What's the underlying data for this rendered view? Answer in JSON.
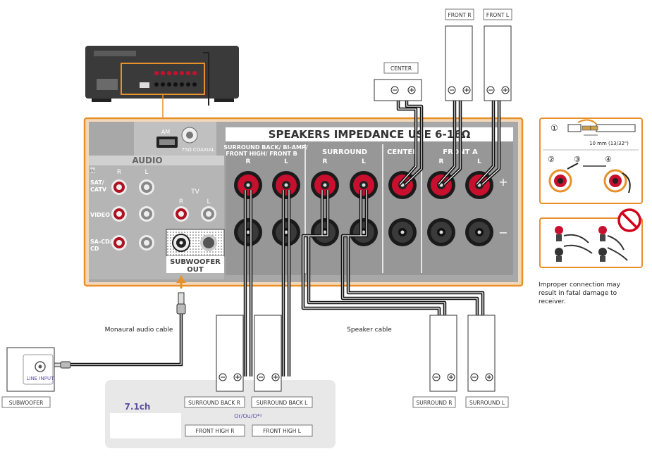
{
  "receiver": {
    "panel_title": "SPEAKERS   IMPEDANCE USE 6-16Ω",
    "audio_title": "AUDIO",
    "am_label": "AM",
    "coaxial_label": "75Ω COAXIAL",
    "in_label": "IN",
    "col_r": "R",
    "col_l": "L",
    "input_rows": [
      "SAT/",
      "CATV",
      "VIDEO",
      "SA-CD/",
      "CD"
    ],
    "tv_label": "TV",
    "subwoofer_out": [
      "SUBWOOFER",
      "OUT"
    ],
    "groups": {
      "surround_back": [
        "SURROUND BACK/ BI-AMP/",
        "FRONT HIGH/ FRONT B"
      ],
      "surround": "SURROUND",
      "center": "CENTER",
      "front_a": "FRONT A"
    },
    "plus": "+",
    "minus": "−"
  },
  "speakers": {
    "front_r": "FRONT R",
    "front_l": "FRONT L",
    "center": "CENTER",
    "surround_back_r": "SURROUND BACK R",
    "surround_back_l": "SURROUND BACK L",
    "front_high_r": "FRONT HIGH R",
    "front_high_l": "FRONT HIGH L",
    "surround_r": "SURROUND R",
    "surround_l": "SURROUND L",
    "subwoofer": "SUBWOOFER",
    "line_input": "LINE INPUT"
  },
  "labels": {
    "monaural_cable": "Monaural audio cable",
    "speaker_cable": "Speaker cable",
    "config": "7.1ch",
    "or_text": "Or/Ou/O*²"
  },
  "instructions": {
    "step1": "①",
    "step2": "②",
    "step3": "③",
    "step4": "④",
    "measure": "10 mm (13/32\")",
    "warning_lines": [
      "Improper connection may",
      "result in fatal damage to",
      "receiver."
    ]
  },
  "colors": {
    "accent_orange": "#e8902a",
    "panel_gray": "#a8a8a8",
    "label_purple": "#5b4fa0",
    "terminal_red": "#c8102e",
    "prohibit_red": "#d0021b"
  }
}
